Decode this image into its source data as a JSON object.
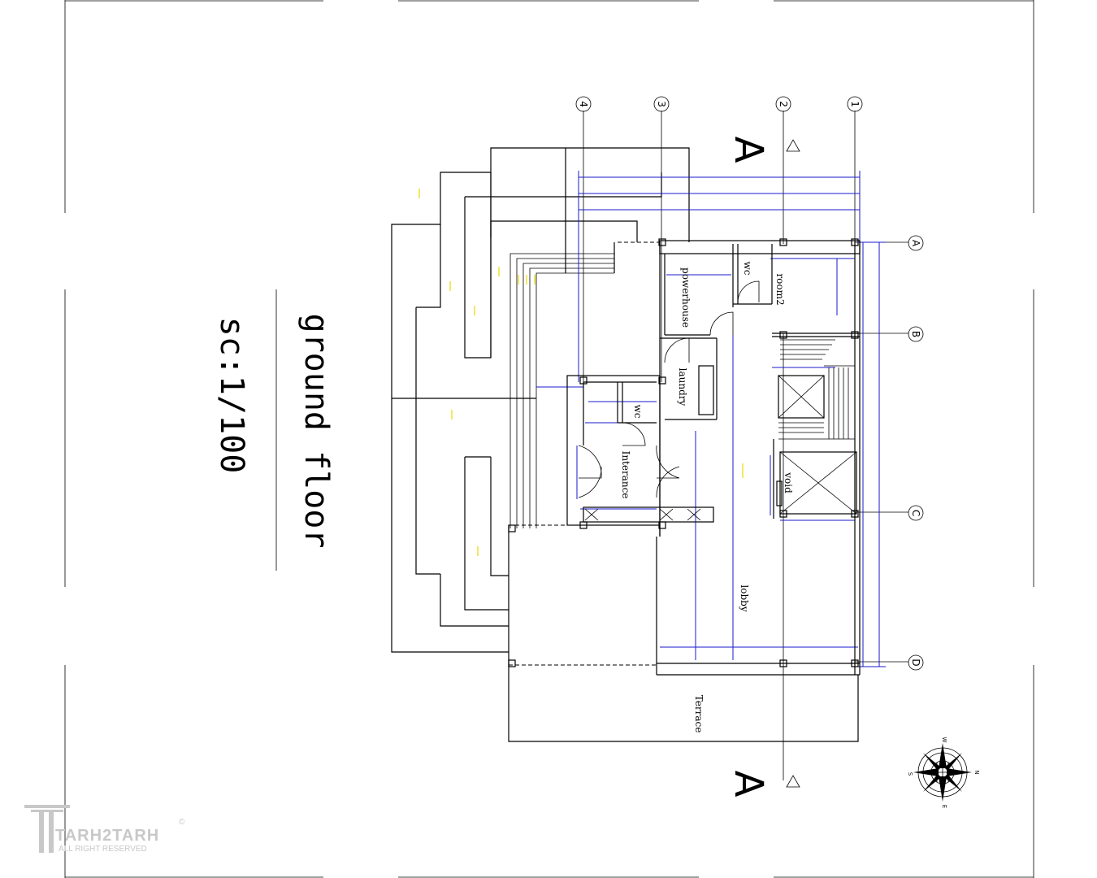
{
  "sheet": {
    "title": "ground floor",
    "scale": "sc:1/100"
  },
  "grid_axes": {
    "numbered": [
      "4",
      "3",
      "2",
      "1"
    ],
    "lettered": [
      "A",
      "B",
      "C",
      "D"
    ]
  },
  "section_marks": [
    "A",
    "A"
  ],
  "rooms": {
    "powerhouse": "powerhouse",
    "wc_upper": "wc",
    "room2": "room2",
    "laundry": "laundry",
    "wc_lower": "wc",
    "interance": "Interance",
    "void": "void",
    "lobby": "lobby",
    "terrace": "Terrace"
  },
  "compass": {
    "n": "N",
    "s": "S",
    "e": "E",
    "w": "W"
  },
  "watermark": {
    "brand": "TARH2TARH",
    "registered": "©",
    "rights": "ALL RIGHT RESERVED"
  },
  "colors": {
    "walls": "#000000",
    "dimensions": "#1a1acc",
    "annotations": "#e8d800",
    "watermark": "#c8c8c8"
  }
}
